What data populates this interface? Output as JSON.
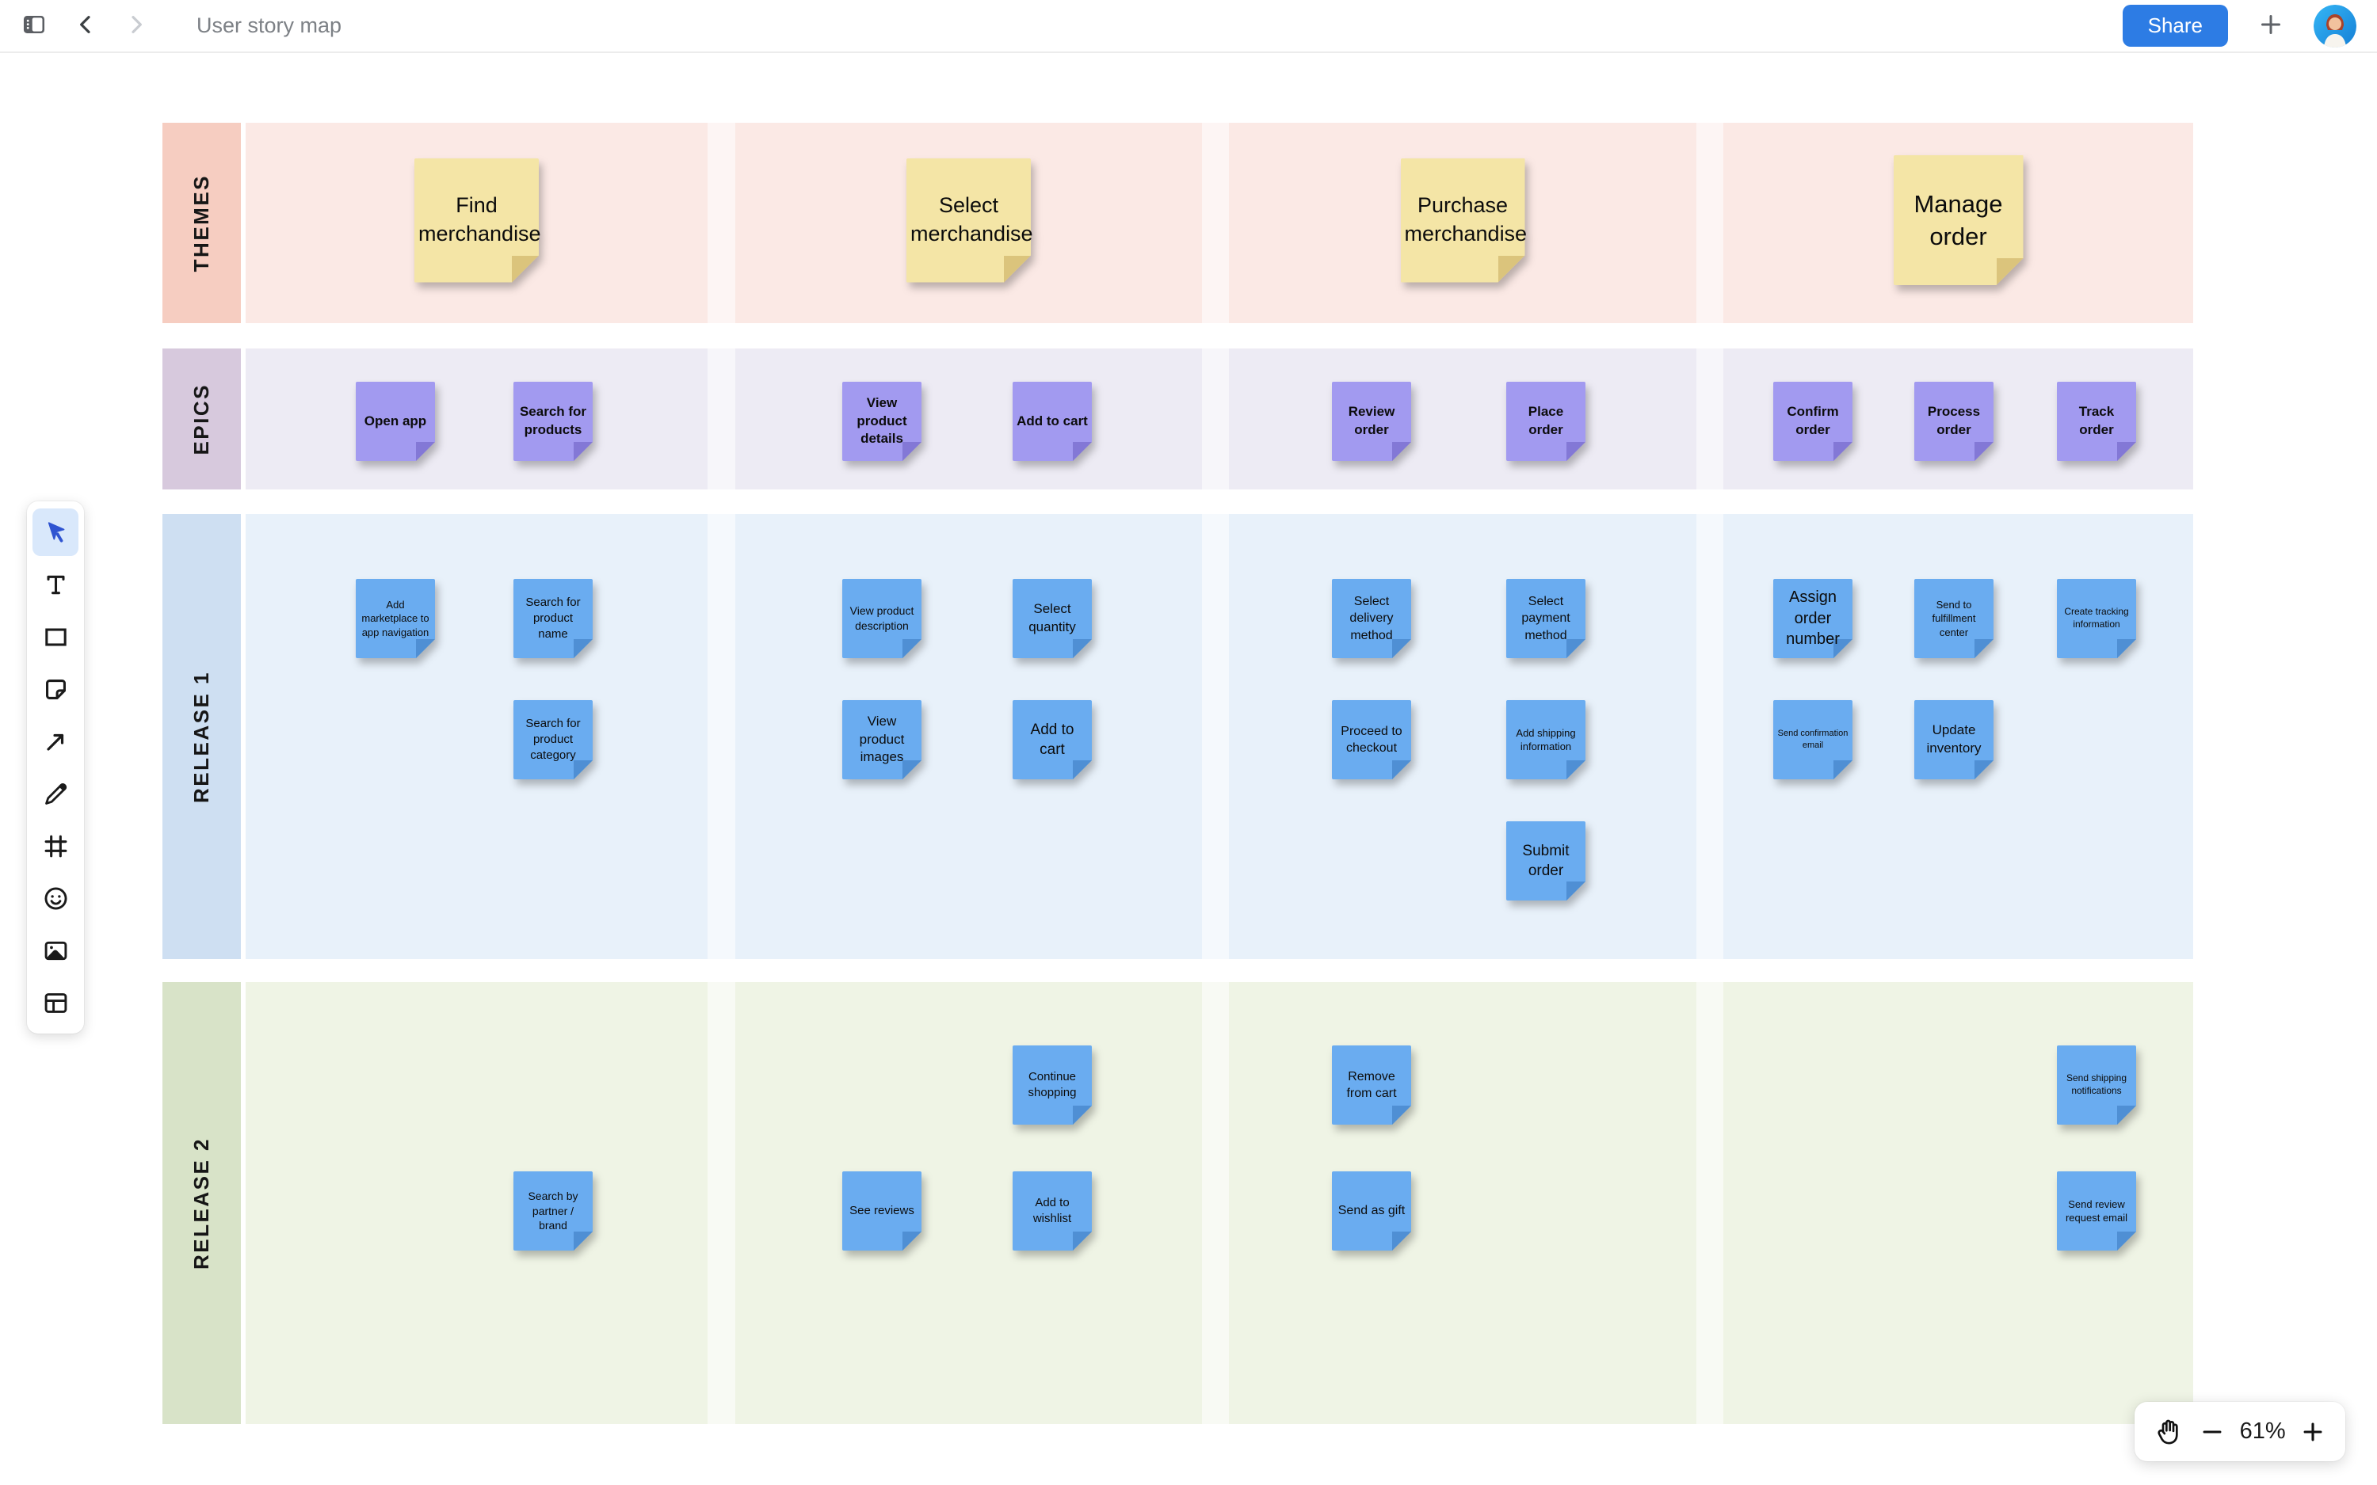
{
  "topbar": {
    "title": "User story map",
    "share_label": "Share"
  },
  "toolbar": {
    "active_tool": "select",
    "tools": [
      "select",
      "text",
      "shape",
      "sticky-note",
      "connector",
      "pencil",
      "frame",
      "emoji",
      "image",
      "table"
    ]
  },
  "zoom_controls": {
    "zoom_level": "61%"
  },
  "board": {
    "note_colors": {
      "theme": "#f4e5a6",
      "theme_fold": "#dbc47c",
      "epic": "#a29af0",
      "epic_fold": "#8378d6",
      "story": "#6aacf0",
      "story_fold": "#4f8fd4"
    },
    "rows": [
      {
        "id": "themes",
        "label": "THEMES",
        "label_color": "#f6cdc1",
        "row_color": "#fbe9e5"
      },
      {
        "id": "epics",
        "label": "EPICS",
        "label_color": "#d7c9dd",
        "row_color": "#edebf4"
      },
      {
        "id": "release1",
        "label": "RELEASE 1",
        "label_color": "#cedff2",
        "row_color": "#e8f1fa"
      },
      {
        "id": "release2",
        "label": "RELEASE 2",
        "label_color": "#d8e3c8",
        "row_color": "#eff4e5"
      }
    ],
    "theme_notes": [
      {
        "text": "Find merchandise",
        "col": 1,
        "fs": 27
      },
      {
        "text": "Select merchandise",
        "col": 2,
        "fs": 27
      },
      {
        "text": "Purchase merchandise",
        "col": 3,
        "fs": 27
      },
      {
        "text": "Manage order",
        "col": 4,
        "fs": 31,
        "size": 164
      }
    ],
    "epic_notes": [
      {
        "text": "Open app",
        "col": 1,
        "slot": 0
      },
      {
        "text": "Search for products",
        "col": 1,
        "slot": 1
      },
      {
        "text": "View product details",
        "col": 2,
        "slot": 0
      },
      {
        "text": "Add to cart",
        "col": 2,
        "slot": 1
      },
      {
        "text": "Review order",
        "col": 3,
        "slot": 0
      },
      {
        "text": "Place order",
        "col": 3,
        "slot": 1
      },
      {
        "text": "Confirm order",
        "col": 4,
        "slot": 0
      },
      {
        "text": "Process order",
        "col": 4,
        "slot": 1
      },
      {
        "text": "Track order",
        "col": 4,
        "slot": 2
      }
    ],
    "story_notes": [
      {
        "text": "Add marketplace to app navigation",
        "release": 1,
        "col": 1,
        "slot": 0,
        "row": 0,
        "fs": 13
      },
      {
        "text": "Search for product name",
        "release": 1,
        "col": 1,
        "slot": 1,
        "row": 0,
        "fs": 15
      },
      {
        "text": "Search for product category",
        "release": 1,
        "col": 1,
        "slot": 1,
        "row": 1,
        "fs": 15
      },
      {
        "text": "View product description",
        "release": 1,
        "col": 2,
        "slot": 0,
        "row": 0,
        "fs": 14
      },
      {
        "text": "Select quantity",
        "release": 1,
        "col": 2,
        "slot": 1,
        "row": 0,
        "fs": 17
      },
      {
        "text": "View product images",
        "release": 1,
        "col": 2,
        "slot": 0,
        "row": 1,
        "fs": 17
      },
      {
        "text": "Add to cart",
        "release": 1,
        "col": 2,
        "slot": 1,
        "row": 1,
        "fs": 19
      },
      {
        "text": "Select delivery method",
        "release": 1,
        "col": 3,
        "slot": 0,
        "row": 0,
        "fs": 16
      },
      {
        "text": "Select payment method",
        "release": 1,
        "col": 3,
        "slot": 1,
        "row": 0,
        "fs": 16
      },
      {
        "text": "Proceed to checkout",
        "release": 1,
        "col": 3,
        "slot": 0,
        "row": 1,
        "fs": 16
      },
      {
        "text": "Add shipping information",
        "release": 1,
        "col": 3,
        "slot": 1,
        "row": 1,
        "fs": 13
      },
      {
        "text": "Submit order",
        "release": 1,
        "col": 3,
        "slot": 1,
        "row": 2,
        "fs": 19
      },
      {
        "text": "Assign order number",
        "release": 1,
        "col": 4,
        "slot": 0,
        "row": 0,
        "fs": 20
      },
      {
        "text": "Send to fulfillment center",
        "release": 1,
        "col": 4,
        "slot": 1,
        "row": 0,
        "fs": 13
      },
      {
        "text": "Create tracking information",
        "release": 1,
        "col": 4,
        "slot": 2,
        "row": 0,
        "fs": 12
      },
      {
        "text": "Send confirmation email",
        "release": 1,
        "col": 4,
        "slot": 0,
        "row": 1,
        "fs": 11
      },
      {
        "text": "Update inventory",
        "release": 1,
        "col": 4,
        "slot": 1,
        "row": 1,
        "fs": 17
      },
      {
        "text": "Search by partner / brand",
        "release": 2,
        "col": 1,
        "slot": 1,
        "row": 1,
        "fs": 14
      },
      {
        "text": "Continue shopping",
        "release": 2,
        "col": 2,
        "slot": 1,
        "row": 0,
        "fs": 15
      },
      {
        "text": "See reviews",
        "release": 2,
        "col": 2,
        "slot": 0,
        "row": 1,
        "fs": 15
      },
      {
        "text": "Add to wishlist",
        "release": 2,
        "col": 2,
        "slot": 1,
        "row": 1,
        "fs": 15
      },
      {
        "text": "Remove from cart",
        "release": 2,
        "col": 3,
        "slot": 0,
        "row": 0,
        "fs": 16
      },
      {
        "text": "Send as gift",
        "release": 2,
        "col": 3,
        "slot": 0,
        "row": 1,
        "fs": 16
      },
      {
        "text": "Send shipping notifications",
        "release": 2,
        "col": 4,
        "slot": 2,
        "row": 0,
        "fs": 12
      },
      {
        "text": "Send review request email",
        "release": 2,
        "col": 4,
        "slot": 2,
        "row": 1,
        "fs": 13
      }
    ]
  }
}
